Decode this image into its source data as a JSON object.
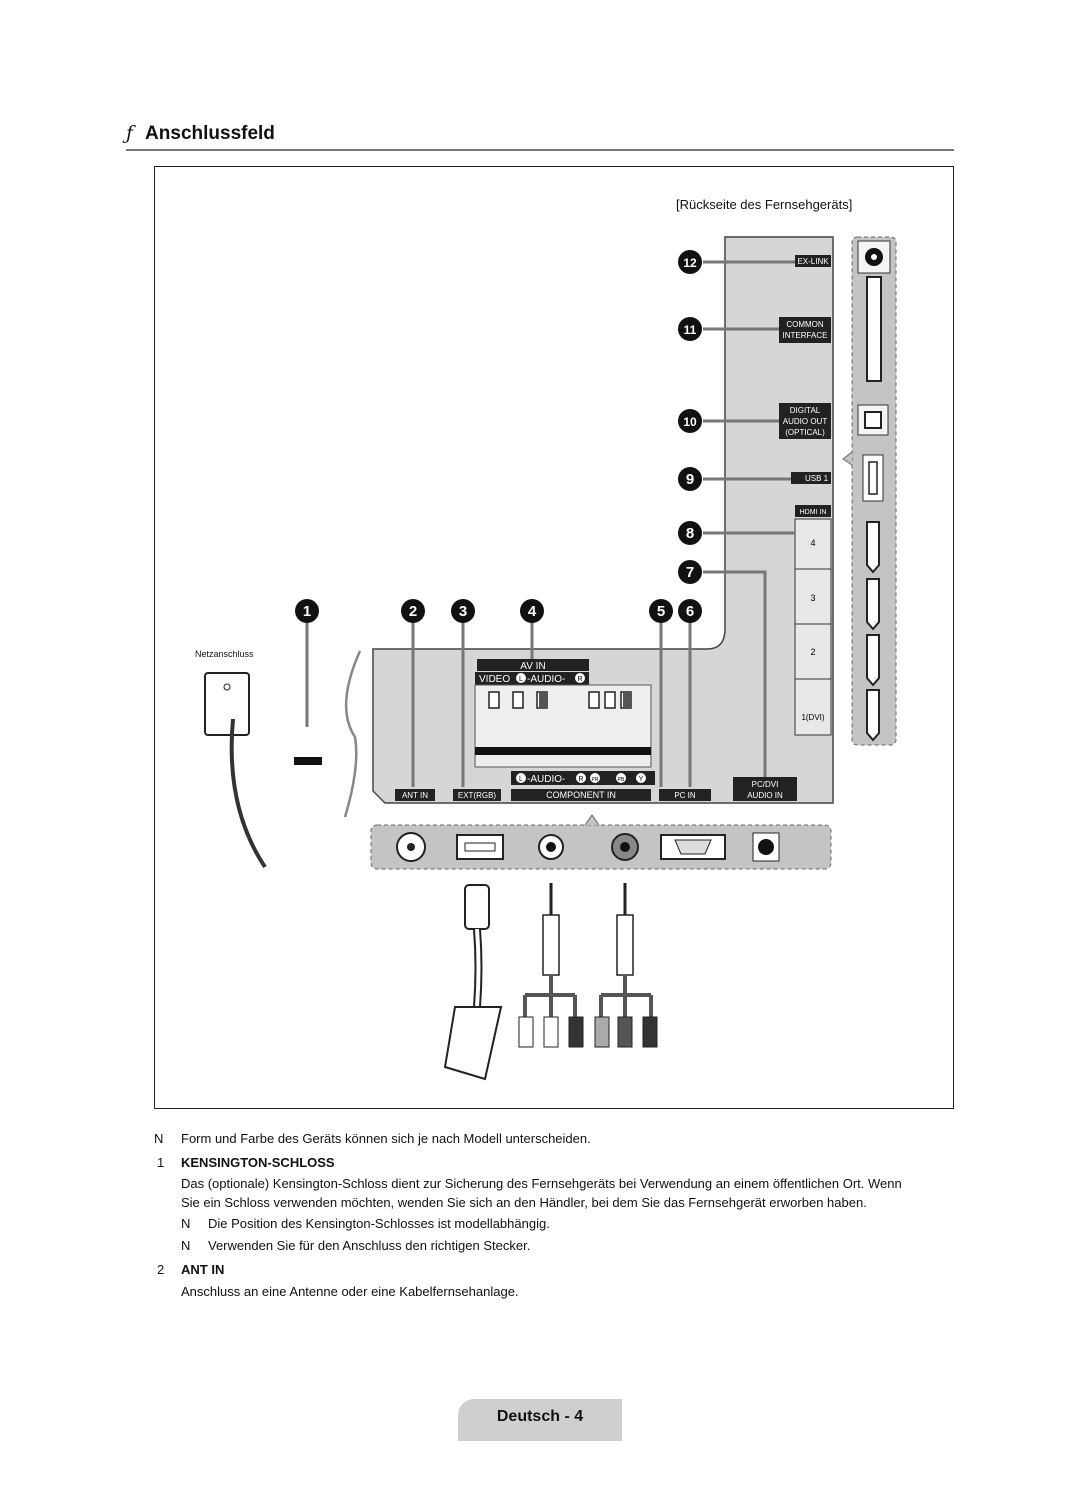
{
  "section": {
    "symbol": "ƒ",
    "title": "Anschlussfeld"
  },
  "diagram": {
    "caption": "[Rückseite des Fernsehgeräts]",
    "power_label": "Netzanschluss",
    "numbers": [
      "1",
      "2",
      "3",
      "4",
      "5",
      "6",
      "7",
      "8",
      "9",
      "10",
      "11",
      "12"
    ],
    "side_ports": {
      "ex_link": "EX-LINK",
      "common_1": "COMMON",
      "common_2": "INTERFACE",
      "digital_1": "DIGITAL",
      "digital_2": "AUDIO OUT",
      "digital_3": "(OPTICAL)",
      "usb": "USB 1",
      "hdmi_in": "HDMI IN",
      "hdmi_nums": [
        "4",
        "3",
        "2",
        "1(DVI)"
      ]
    },
    "bottom_ports": {
      "av_in": "AV IN",
      "video": "VIDEO",
      "audio_top": "-AUDIO-",
      "audio_bottom": "-AUDIO-",
      "l": "L",
      "r": "R",
      "pr": "PR",
      "pb": "PB",
      "y": "Y",
      "ant_in": "ANT IN",
      "ext_rgb": "EXT(RGB)",
      "component_in": "COMPONENT IN",
      "pc_in": "PC IN",
      "pcdvi_1": "PC/DVI",
      "pcdvi_2": "AUDIO IN"
    }
  },
  "notes": {
    "note_symbol": "N",
    "note1": "Form und Farbe des Geräts können sich je nach Modell unterscheiden.",
    "item1_num": "1",
    "item1_title": "KENSINGTON-SCHLOSS",
    "item1_text1": "Das (optionale) Kensington-Schloss dient zur Sicherung des Fernsehgeräts bei Verwendung an einem öffentlichen Ort. Wenn",
    "item1_text2": "Sie ein Schloss verwenden möchten, wenden Sie sich an den Händler, bei dem Sie das Fernsehgerät erworben haben.",
    "sub1": "Die Position des Kensington-Schlosses ist modellabhängig.",
    "sub2": "Verwenden Sie für den Anschluss den richtigen Stecker.",
    "item2_num": "2",
    "item2_title": "ANT IN",
    "item2_text": "Anschluss an eine Antenne oder eine Kabelfernsehanlage."
  },
  "footer": {
    "label": "Deutsch - 4"
  }
}
